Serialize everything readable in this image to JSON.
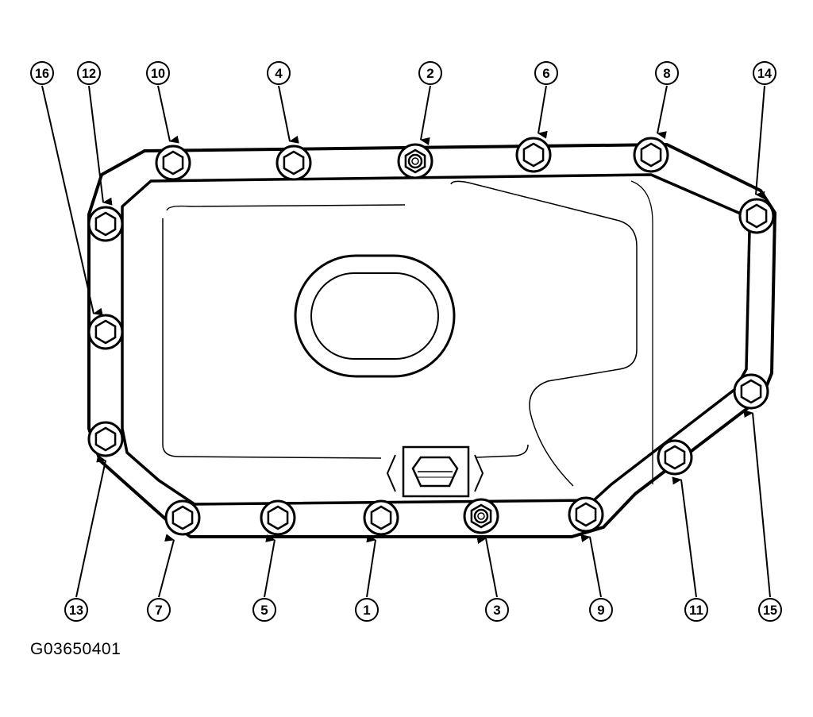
{
  "figure_code": "G03650401",
  "callouts": [
    {
      "label": "16",
      "kind": "hex"
    },
    {
      "label": "12",
      "kind": "hex"
    },
    {
      "label": "10",
      "kind": "hex"
    },
    {
      "label": "4",
      "kind": "hex"
    },
    {
      "label": "2",
      "kind": "stud"
    },
    {
      "label": "6",
      "kind": "hex"
    },
    {
      "label": "8",
      "kind": "hex"
    },
    {
      "label": "14",
      "kind": "hex"
    },
    {
      "label": "13",
      "kind": "hex"
    },
    {
      "label": "7",
      "kind": "hex"
    },
    {
      "label": "5",
      "kind": "hex"
    },
    {
      "label": "1",
      "kind": "hex"
    },
    {
      "label": "3",
      "kind": "stud"
    },
    {
      "label": "9",
      "kind": "hex"
    },
    {
      "label": "11",
      "kind": "hex"
    },
    {
      "label": "15",
      "kind": "hex"
    }
  ]
}
